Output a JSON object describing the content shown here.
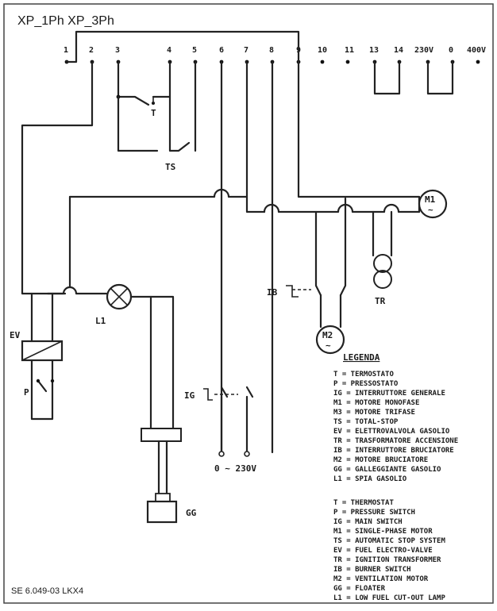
{
  "header": {
    "title": "XP_1Ph XP_3Ph"
  },
  "terminals": [
    "1",
    "2",
    "3",
    "4",
    "5",
    "6",
    "7",
    "8",
    "9",
    "10",
    "11",
    "13",
    "14",
    "230V",
    "0",
    "400V"
  ],
  "component_labels": {
    "T": "T",
    "TS": "TS",
    "M1": "M1",
    "TR": "TR",
    "IB": "IB",
    "M2": "M2",
    "EV": "EV",
    "L1": "L1",
    "P": "P",
    "IG": "IG",
    "GG": "GG",
    "supply": "0 ~ 230V"
  },
  "legend": {
    "title": "LEGENDA",
    "italian": [
      "T = TERMOSTATO",
      "P = PRESSOSTATO",
      "IG = INTERRUTTORE GENERALE",
      "M1 = MOTORE MONOFASE",
      "M3 = MOTORE TRIFASE",
      "TS = TOTAL-STOP",
      "EV = ELETTROVALVOLA GASOLIO",
      "TR = TRASFORMATORE ACCENSIONE",
      "IB = INTERRUTTORE BRUCIATORE",
      "M2 = MOTORE BRUCIATORE",
      "GG = GALLEGGIANTE GASOLIO",
      "L1 = SPIA GASOLIO"
    ],
    "english": [
      "T = THERMOSTAT",
      "P = PRESSURE SWITCH",
      "IG = MAIN SWITCH",
      "M1 = SINGLE-PHASE MOTOR",
      "TS = AUTOMATIC STOP SYSTEM",
      "EV = FUEL ELECTRO-VALVE",
      "TR = IGNITION TRANSFORMER",
      "IB = BURNER SWITCH",
      "M2 = VENTILATION MOTOR",
      "GG = FLOATER",
      "L1 = LOW FUEL CUT-OUT LAMP"
    ]
  },
  "footer": {
    "code": "SE 6.049-03  LKX4"
  }
}
